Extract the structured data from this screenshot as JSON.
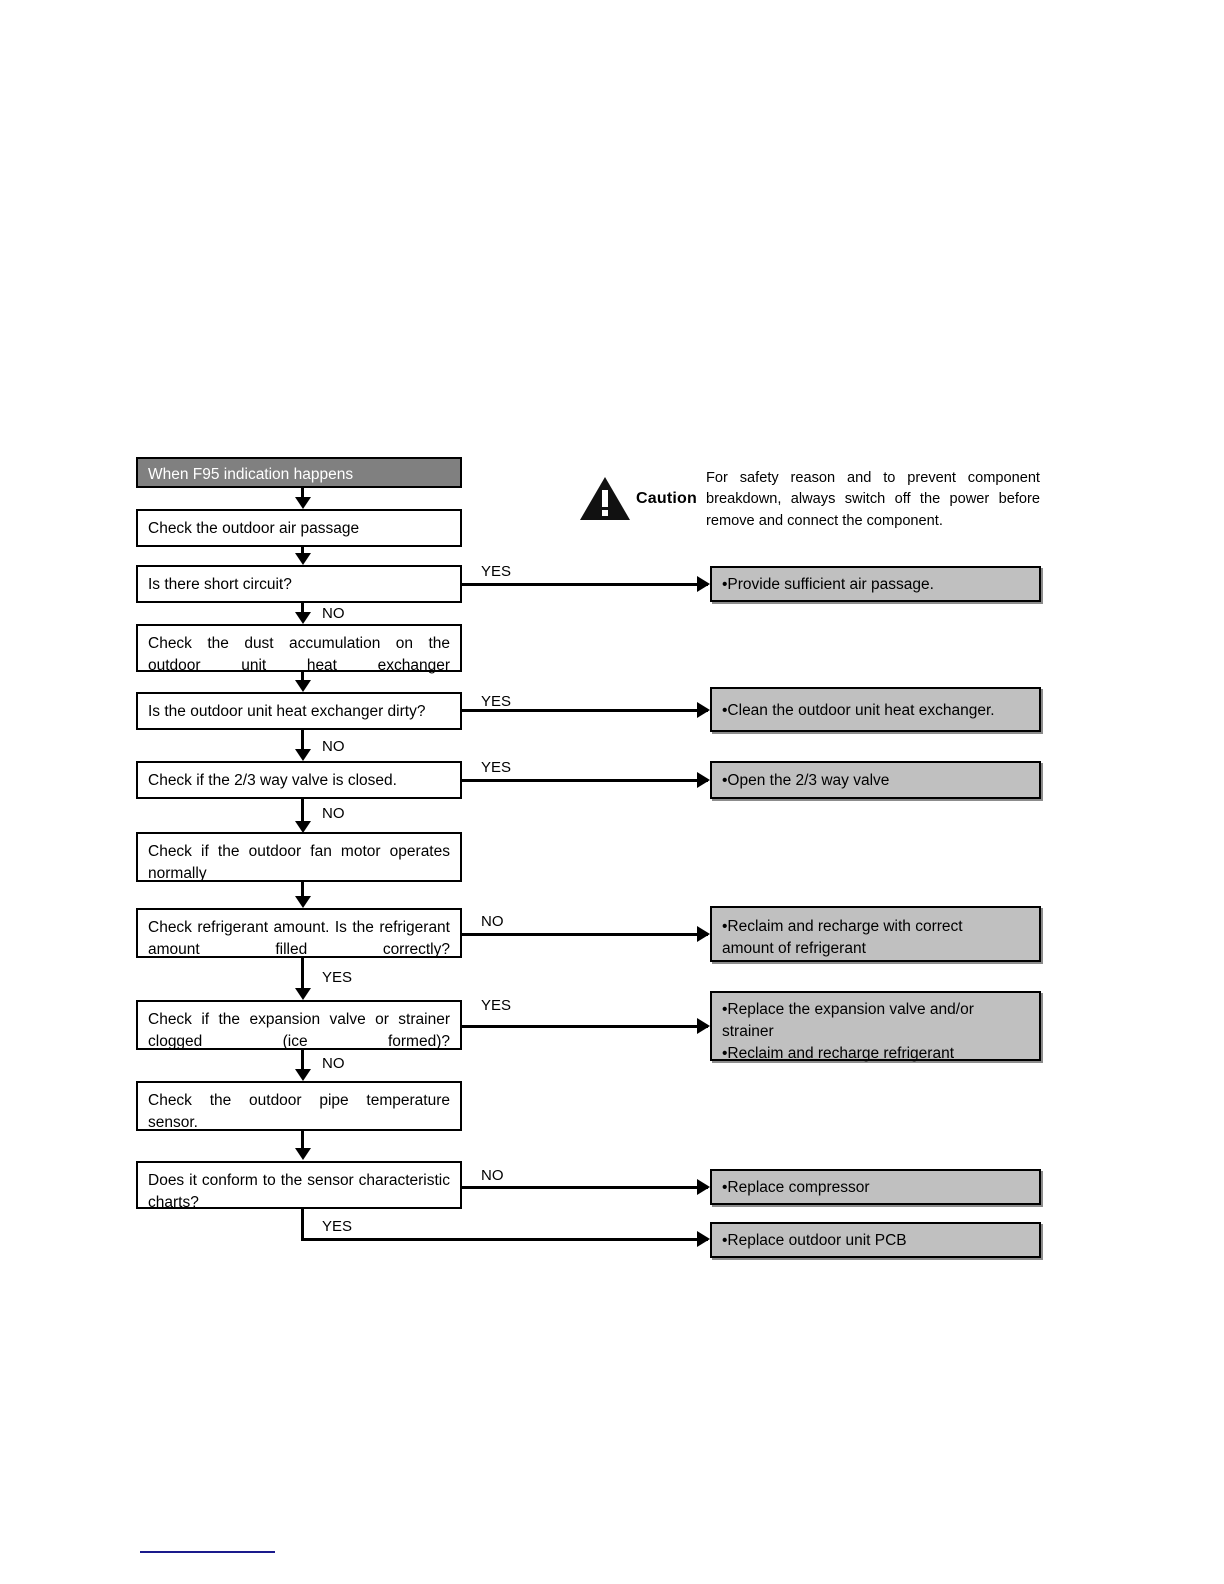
{
  "document": {
    "type": "troubleshooting-flowchart",
    "title": "When F95 indication happens"
  },
  "caution": {
    "icon": "warning-triangle-icon",
    "label": "Caution",
    "text": "For safety reason and to prevent component breakdown, always switch off the power before remove and connect the component."
  },
  "flow": {
    "start": {
      "label": "When F95 indication happens"
    },
    "steps": [
      {
        "id": "check-air-passage",
        "label": "Check the outdoor air passage",
        "kind": "process"
      },
      {
        "id": "short-circuit",
        "label": "Is there short circuit?",
        "kind": "decision",
        "branch_out": "YES",
        "branch_down": "NO"
      },
      {
        "id": "check-dust",
        "label": "Check the dust accumulation on the outdoor unit heat exchanger",
        "kind": "process"
      },
      {
        "id": "exchanger-dirty",
        "label": "Is the outdoor unit heat exchanger dirty?",
        "kind": "decision",
        "branch_out": "YES",
        "branch_down": "NO"
      },
      {
        "id": "valve-closed",
        "label": "Check if the 2/3 way valve is closed.",
        "kind": "decision",
        "branch_out": "YES",
        "branch_down": "NO"
      },
      {
        "id": "fan-motor",
        "label": "Check if the outdoor fan motor operates normally",
        "kind": "process"
      },
      {
        "id": "refrigerant-amount",
        "label": "Check refrigerant amount. Is the refrigerant amount filled correctly?",
        "kind": "decision",
        "branch_out": "NO",
        "branch_down": "YES"
      },
      {
        "id": "expansion-valve",
        "label": "Check if the expansion valve or strainer clogged (ice formed)?",
        "kind": "decision",
        "branch_out": "YES",
        "branch_down": "NO"
      },
      {
        "id": "pipe-sensor",
        "label": "Check the outdoor pipe temperature sensor.",
        "kind": "process"
      },
      {
        "id": "sensor-conform",
        "label": "Does it conform to the sensor characteristic charts?",
        "kind": "decision",
        "branch_out": "NO",
        "branch_down": "YES"
      }
    ],
    "actions": [
      {
        "id": "provide-air-passage",
        "lines": [
          "•Provide sufficient air passage."
        ]
      },
      {
        "id": "clean-exchanger",
        "lines": [
          "•Clean the outdoor unit heat exchanger."
        ]
      },
      {
        "id": "open-valve",
        "lines": [
          "•Open the 2/3 way valve"
        ]
      },
      {
        "id": "recharge-refrigerant",
        "lines": [
          "•Reclaim and recharge with correct",
          "amount of refrigerant"
        ]
      },
      {
        "id": "replace-expansion-valve",
        "lines": [
          "•Replace the expansion valve and/or",
          "strainer",
          "•Reclaim and recharge refrigerant"
        ]
      },
      {
        "id": "replace-compressor",
        "lines": [
          "•Replace compressor"
        ]
      },
      {
        "id": "replace-pcb",
        "lines": [
          "•Replace outdoor unit PCB"
        ]
      }
    ],
    "edge_labels": {
      "yes": "YES",
      "no": "NO"
    }
  },
  "colors": {
    "title_fill": "#808080",
    "action_fill": "#c0c0c0",
    "line": "#000000",
    "footer_rule": "#1a1a8c"
  }
}
